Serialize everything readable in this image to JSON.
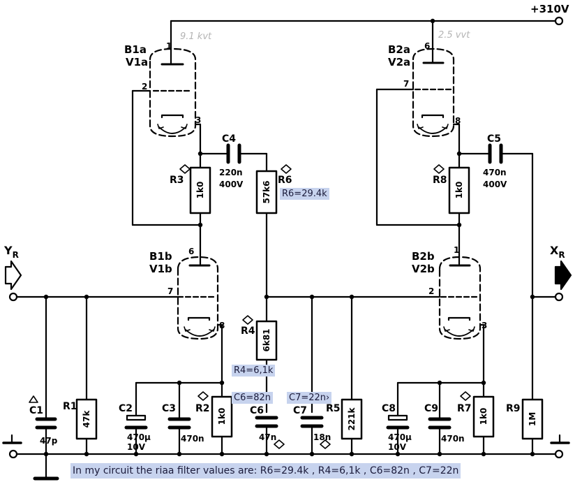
{
  "supply": {
    "label": "+310V"
  },
  "pencil_notes": {
    "left": "9.1 kvt",
    "right": "2.5 vvt"
  },
  "tubes": [
    {
      "name": "B1a",
      "ref": "V1a",
      "pins": [
        "1",
        "2",
        "3"
      ]
    },
    {
      "name": "B1b",
      "ref": "V1b",
      "pins": [
        "6",
        "7",
        "8"
      ]
    },
    {
      "name": "B2a",
      "ref": "V2a",
      "pins": [
        "6",
        "7",
        "8"
      ]
    },
    {
      "name": "B2b",
      "ref": "V2b",
      "pins": [
        "1",
        "2",
        "3"
      ]
    }
  ],
  "resistors": {
    "R1": {
      "label": "R1",
      "value": "47k"
    },
    "R2": {
      "label": "R2",
      "value": "1k0"
    },
    "R3": {
      "label": "R3",
      "value": "1k0"
    },
    "R4": {
      "label": "R4",
      "value": "6k81"
    },
    "R5": {
      "label": "R5",
      "value": "221k"
    },
    "R6": {
      "label": "R6",
      "value": "57k6"
    },
    "R7": {
      "label": "R7",
      "value": "1k0"
    },
    "R8": {
      "label": "R8",
      "value": "1k0"
    },
    "R9": {
      "label": "R9",
      "value": "1M"
    }
  },
  "capacitors": {
    "C1": {
      "label": "C1",
      "value": "47p"
    },
    "C2": {
      "label": "C2",
      "value": "470µ",
      "voltage": "10V"
    },
    "C3": {
      "label": "C3",
      "value": "470n"
    },
    "C4": {
      "label": "C4",
      "value": "220n",
      "voltage": "400V"
    },
    "C5": {
      "label": "C5",
      "value": "470n",
      "voltage": "400V"
    },
    "C6": {
      "label": "C6",
      "value": "47n"
    },
    "C7": {
      "label": "C7",
      "value": "18n"
    },
    "C8": {
      "label": "C8",
      "value": "470µ",
      "voltage": "10V"
    },
    "C9": {
      "label": "C9",
      "value": "470n"
    }
  },
  "ports": {
    "input": {
      "main": "Y",
      "sub": "R"
    },
    "output": {
      "main": "X",
      "sub": "R"
    }
  },
  "annotations": {
    "r6": "R6=29.4k",
    "r4": "R4=6,1k",
    "c6": "C6=82n",
    "c7": "C7=22n›",
    "footer": "In my circuit the riaa filter values are: R6=29.4k , R4=6,1k , C6=82n , C7=22n"
  }
}
